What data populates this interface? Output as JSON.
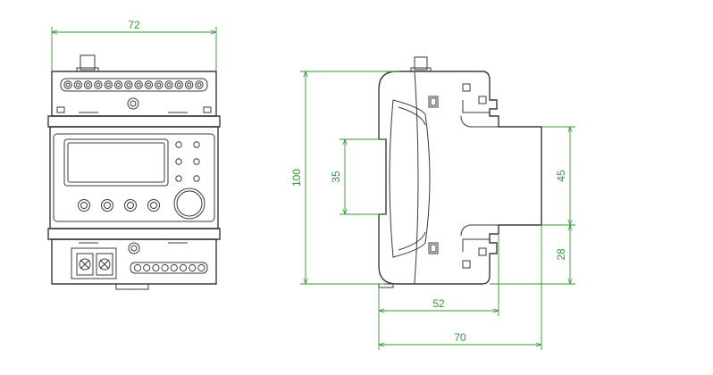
{
  "dimensions": {
    "front_width": "72",
    "side_height": "100",
    "rail_height": "35",
    "side_upper": "45",
    "side_lower": "28",
    "side_depth_inner": "52",
    "side_depth_total": "70"
  },
  "colors": {
    "dimension": "#2f9a2f",
    "outline": "#3a3a3a",
    "background": "#ffffff"
  }
}
